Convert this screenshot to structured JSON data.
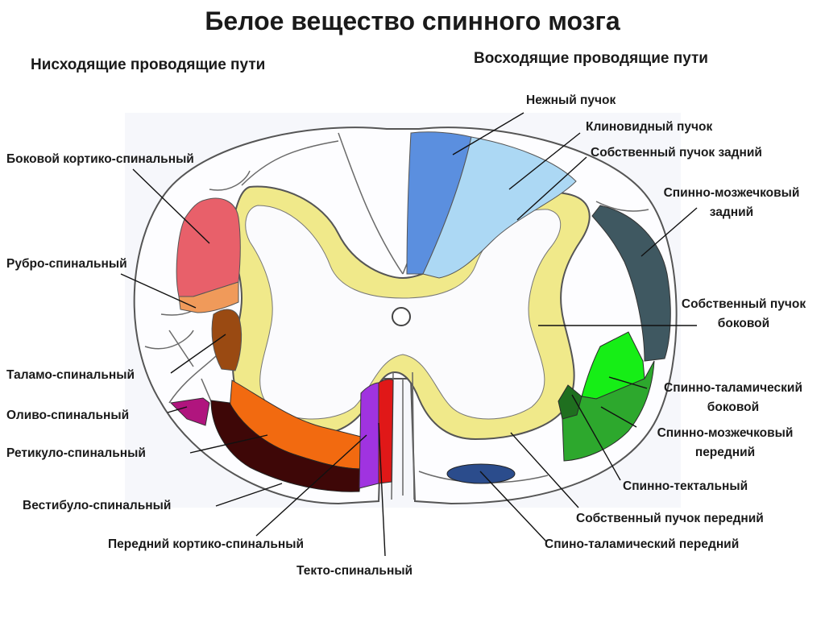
{
  "title": "Белое вещество спинного мозга",
  "descending_heading": "Нисходящие проводящие пути",
  "ascending_heading": "Восходящие проводящие пути",
  "labels": {
    "lateral_corticospinal": "Боковой кортико-спинальный",
    "rubrospinal": "Рубро-спинальный",
    "thalamospinal": "Таламо-спинальный",
    "olivospinal": "Оливо-спинальный",
    "reticulospinal": "Ретикуло-спинальный",
    "vestibulospinal": "Вестибуло-спинальный",
    "anterior_corticospinal": "Передний кортико-спинальный",
    "tectospinal": "Текто-спинальный",
    "gracile": "Нежный пучок",
    "cuneate": "Клиновидный пучок",
    "posterior_proper_1": "Собственный пучок задний",
    "posterior_spinocerebellar_1": "Спинно-мозжечковый",
    "posterior_spinocerebellar_2": "задний",
    "lateral_proper_1": "Собственный пучок",
    "lateral_proper_2": "боковой",
    "lateral_spinothalamic_1": "Спинно-таламический",
    "lateral_spinothalamic_2": "боковой",
    "anterior_spinocerebellar_1": "Спинно-мозжечковый",
    "anterior_spinocerebellar_2": "передний",
    "spinotectal": "Спинно-тектальный",
    "anterior_proper": "Собственный пучок передний",
    "anterior_spinothalamic": "Спино-таламический передний"
  },
  "colors": {
    "gray_matter": "#f0e98a",
    "lateral_corticospinal": "#e8606a",
    "rubrospinal": "#f09a5a",
    "thalamospinal": "#9a4a12",
    "olivospinal": "#b0157e",
    "reticulospinal": "#f26a10",
    "vestibulospinal": "#3e0707",
    "anterior_corticospinal": "#a033e0",
    "tectospinal": "#e01818",
    "gracile": "#5b8fdf",
    "cuneate": "#acd8f4",
    "posterior_spinocerebellar": "#3f5861",
    "lateral_spinothalamic": "#16ee16",
    "anterior_spinocerebellar": "#2da82d",
    "spinotectal": "#1f6f1f",
    "anterior_spinothalamic": "#2b4c8c"
  }
}
